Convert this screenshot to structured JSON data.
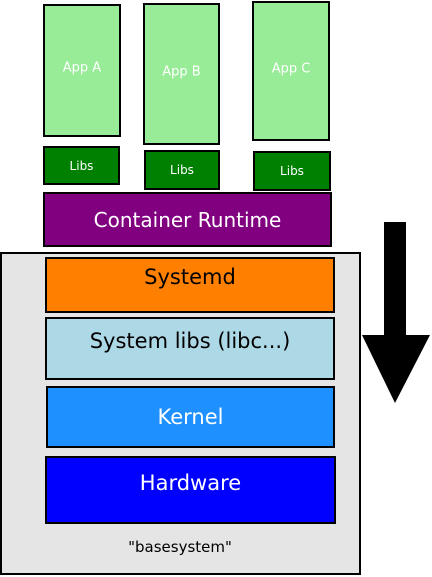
{
  "apps": [
    {
      "label": "App A",
      "libs_label": "Libs"
    },
    {
      "label": "App B",
      "libs_label": "Libs"
    },
    {
      "label": "App C",
      "libs_label": "Libs"
    }
  ],
  "runtime": {
    "label": "Container Runtime"
  },
  "basesystem": {
    "label": "\"basesystem\"",
    "layers": {
      "systemd": "Systemd",
      "system_libs": "System libs (libc...)",
      "kernel": "Kernel",
      "hardware": "Hardware"
    }
  },
  "colors": {
    "app": "#98ec98",
    "libs": "#008000",
    "runtime": "#800080",
    "basesystem_bg": "#e5e5e5",
    "systemd": "#ff7f00",
    "system_libs": "#add8e6",
    "kernel": "#1e90ff",
    "hardware": "#0000ff",
    "arrow": "#000000"
  },
  "arrow": {
    "direction": "down"
  }
}
